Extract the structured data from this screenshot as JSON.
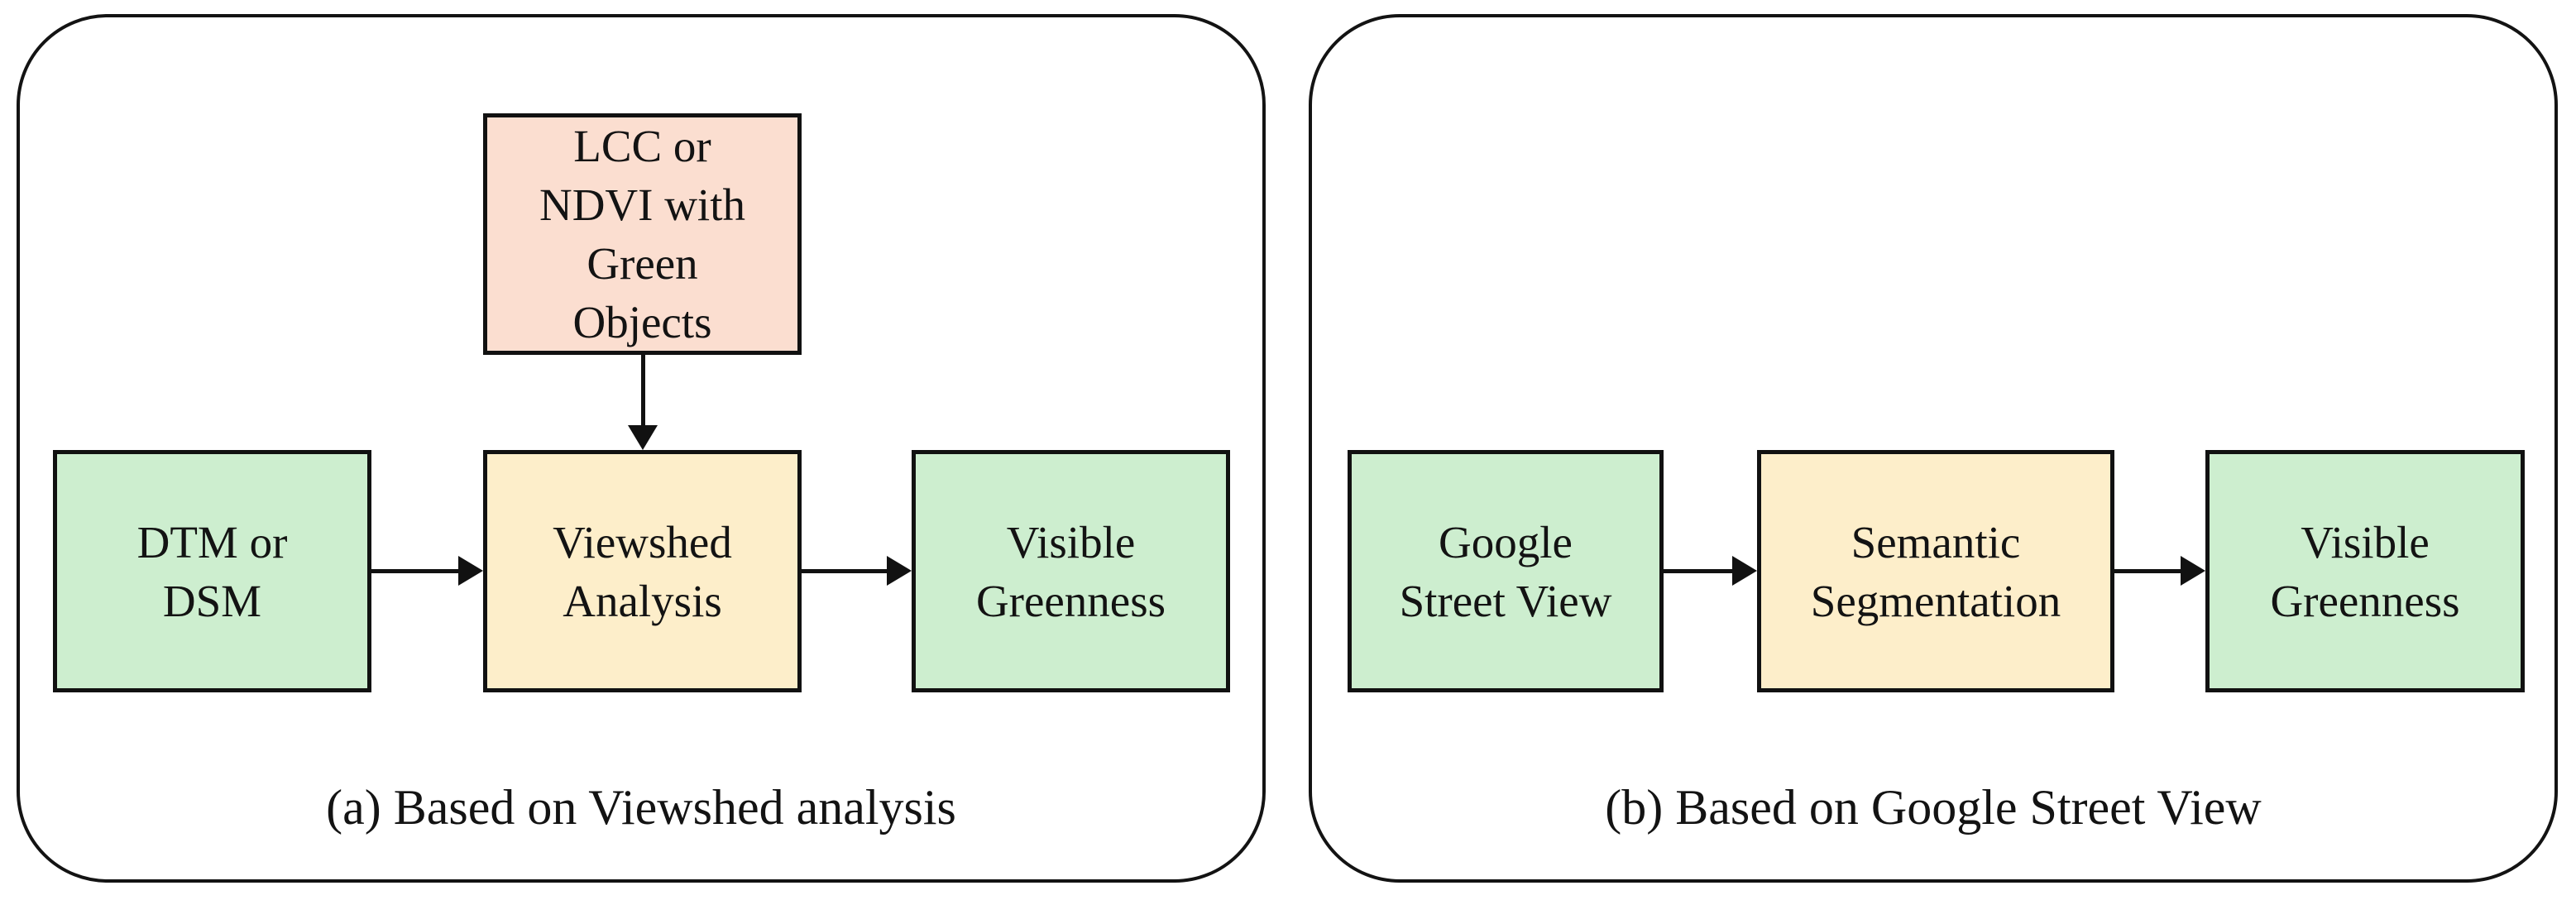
{
  "colors": {
    "node_green": "#cdeecf",
    "node_yellow": "#fdeeca",
    "node_pink": "#fbded0",
    "line_black": "#111111"
  },
  "panel_a": {
    "caption": "(a) Based on Viewshed analysis",
    "nodes": {
      "lcc": {
        "label": "LCC or\nNDVI with\nGreen\nObjects",
        "color": "pink"
      },
      "dtm": {
        "label": "DTM or\nDSM",
        "color": "green"
      },
      "viewshed": {
        "label": "Viewshed\nAnalysis",
        "color": "yellow"
      },
      "visible": {
        "label": "Visible\nGreenness",
        "color": "green"
      }
    },
    "edges": [
      {
        "from": "LCC or NDVI with Green Objects",
        "to": "Viewshed Analysis"
      },
      {
        "from": "DTM or DSM",
        "to": "Viewshed Analysis"
      },
      {
        "from": "Viewshed Analysis",
        "to": "Visible Greenness"
      }
    ]
  },
  "panel_b": {
    "caption": "(b) Based on Google Street View",
    "nodes": {
      "gsv": {
        "label": "Google\nStreet View",
        "color": "green"
      },
      "semseg": {
        "label": "Semantic\nSegmentation",
        "color": "yellow"
      },
      "visible": {
        "label": "Visible\nGreenness",
        "color": "green"
      }
    },
    "edges": [
      {
        "from": "Google Street View",
        "to": "Semantic Segmentation"
      },
      {
        "from": "Semantic Segmentation",
        "to": "Visible Greenness"
      }
    ]
  }
}
